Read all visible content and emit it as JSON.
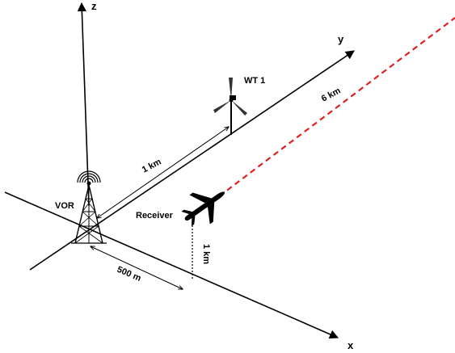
{
  "axes": {
    "x": "x",
    "y": "y",
    "z": "z"
  },
  "labels": {
    "vor": "VOR",
    "wind_turbine": "WT 1",
    "receiver": "Receiver",
    "dist_vor_wt": "1 km",
    "dist_wt_receiver": "6 km",
    "receiver_height": "1 km",
    "dist_x": "500 m"
  },
  "colors": {
    "line": "#000000",
    "signal_path": "#e02020"
  },
  "icons": {
    "vor": "vor-antenna-icon",
    "turbine": "wind-turbine-icon",
    "aircraft": "airplane-icon"
  }
}
